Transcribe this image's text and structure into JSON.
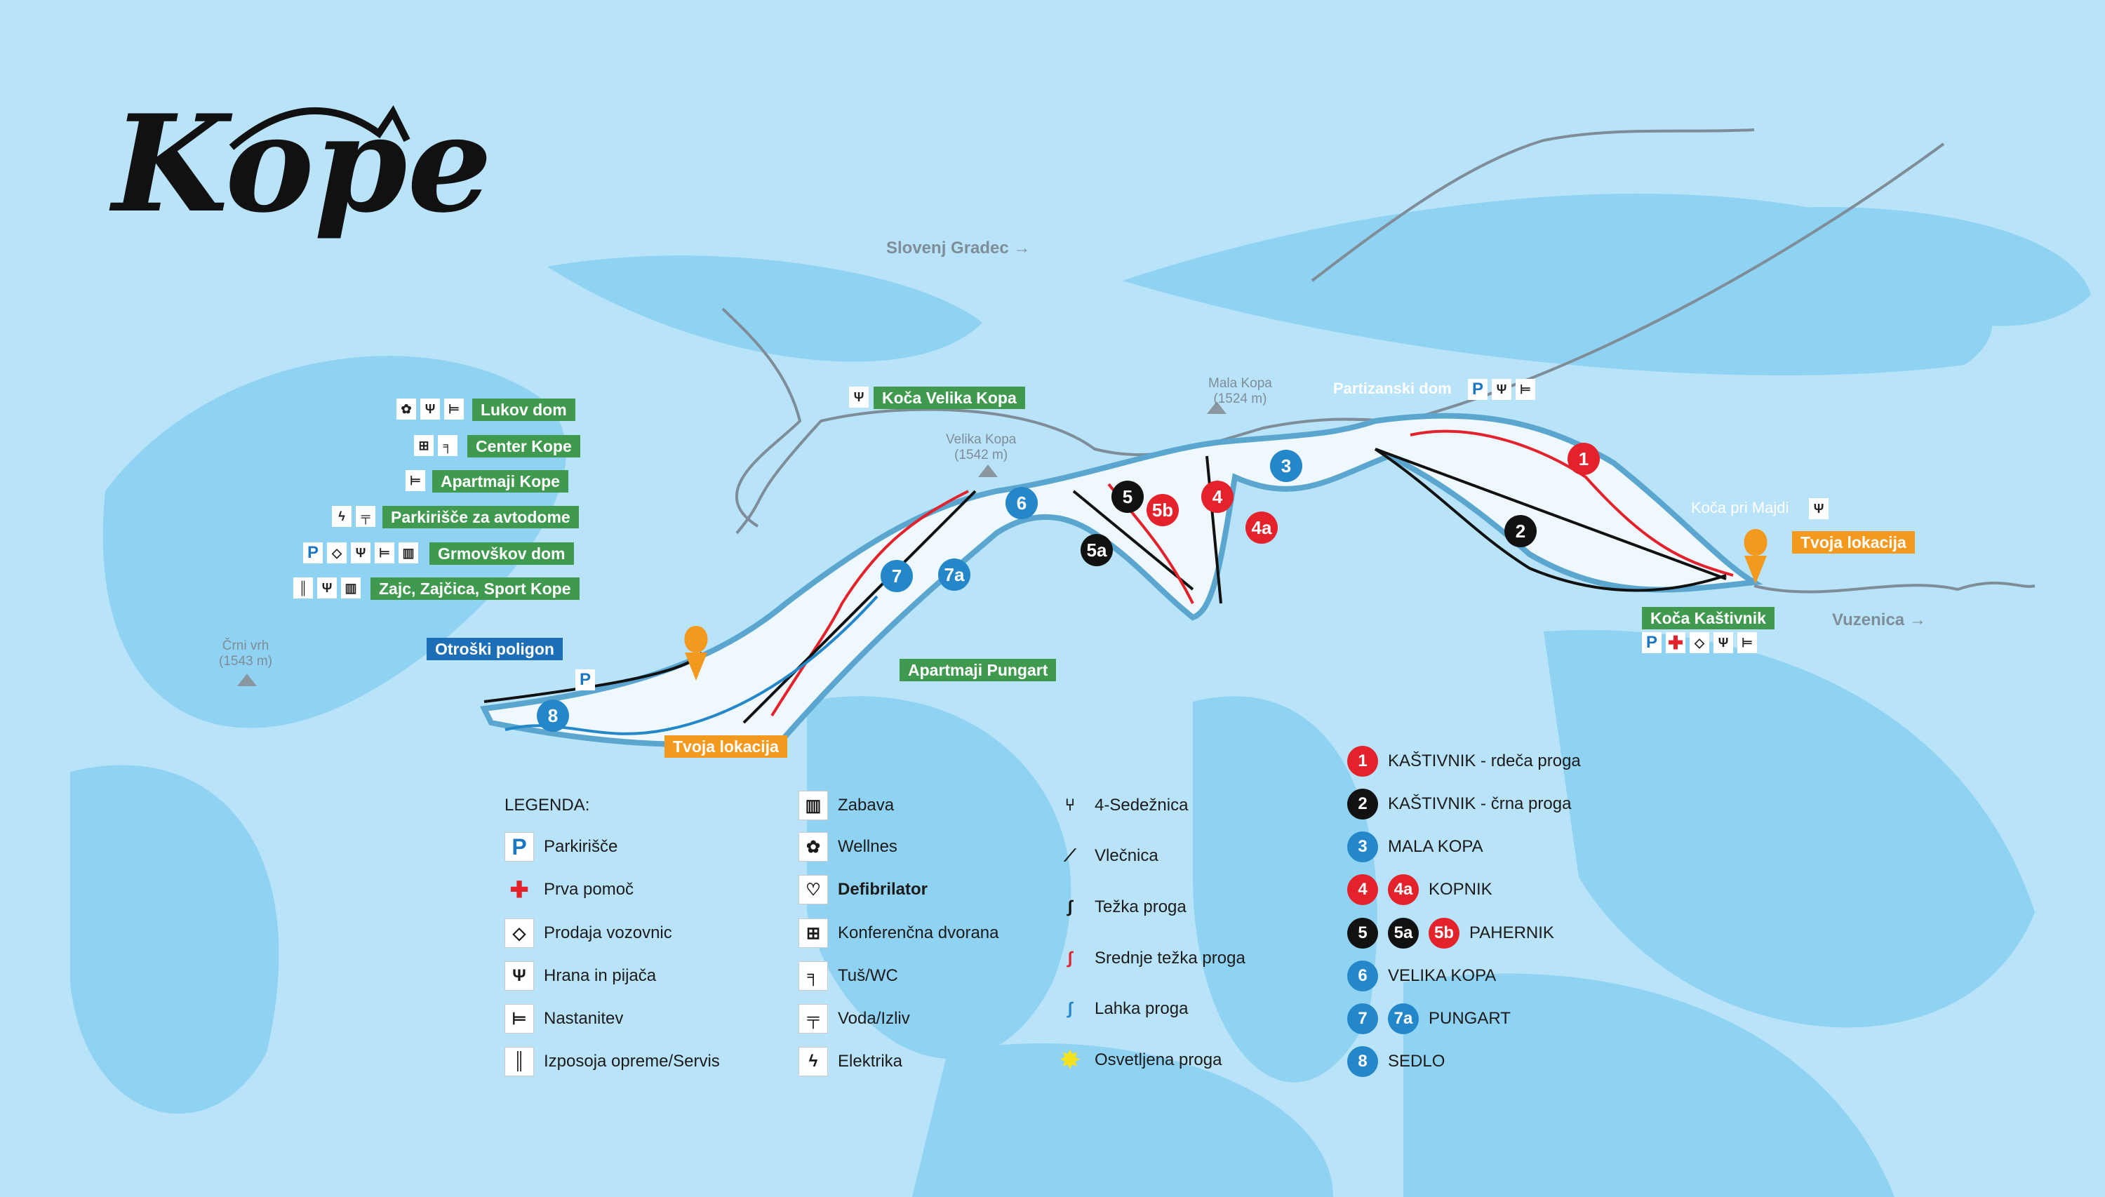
{
  "title": "Kope",
  "roads": {
    "slovenj_gradec": "Slovenj Gradec →",
    "vuzenica": "Vuzenica →"
  },
  "peaks": {
    "crni_vrh": "Črni vrh",
    "crni_vrh_alt": "(1543 m)",
    "velika_kopa": "Velika Kopa",
    "velika_kopa_alt": "(1542 m)",
    "mala_kopa": "Mala Kopa",
    "mala_kopa_alt": "(1524 m)"
  },
  "places": {
    "lukov_dom": "Lukov dom",
    "center_kope": "Center Kope",
    "apartmaji_kope": "Apartmaji Kope",
    "parkirisce_avtodome": "Parkirišče za avtodome",
    "grmovskov_dom": "Grmovškov dom",
    "zajc": "Zajc, Zajčica, Sport Kope",
    "otroski_poligon": "Otroški poligon",
    "tvoja_lokacija_1": "Tvoja lokacija",
    "tvoja_lokacija_2": "Tvoja lokacija",
    "koca_velika_kopa": "Koča Velika Kopa",
    "apartmaji_pungart": "Apartmaji Pungart",
    "partizanski_dom": "Partizanski  dom",
    "koca_pri_majdi": "Koča pri Majdi",
    "koca_kastivnik": "Koča Kaštivnik"
  },
  "pistes": [
    "1",
    "2",
    "3",
    "4",
    "4a",
    "5",
    "5a",
    "5b",
    "6",
    "7",
    "7a",
    "8"
  ],
  "map_symbols": {
    "parking": "P",
    "parking2": "P"
  },
  "legend": {
    "title": "LEGENDA:",
    "col1": [
      "Parkirišče",
      "Prva pomoč",
      "Prodaja vozovnic",
      "Hrana in pijača",
      "Nastanitev",
      "Izposoja opreme/Servis"
    ],
    "col2": [
      "Zabava",
      "Wellnes",
      "Defibrilator",
      "Konferenčna dvorana",
      "Tuš/WC",
      "Voda/Izliv",
      "Elektrika"
    ],
    "col3": [
      "4-Sedežnica",
      "Vlečnica",
      "Težka proga",
      "Srednje težka proga",
      "Lahka proga",
      "Osvetljena proga"
    ],
    "col4": [
      {
        "nums": [
          "1"
        ],
        "label": "KAŠTIVNIK - rdeča proga"
      },
      {
        "nums": [
          "2"
        ],
        "label": "KAŠTIVNIK - črna proga"
      },
      {
        "nums": [
          "3"
        ],
        "label": "MALA KOPA"
      },
      {
        "nums": [
          "4",
          "4a"
        ],
        "label": "KOPNIK"
      },
      {
        "nums": [
          "5",
          "5a",
          "5b"
        ],
        "label": "PAHERNIK"
      },
      {
        "nums": [
          "6"
        ],
        "label": "VELIKA KOPA"
      },
      {
        "nums": [
          "7",
          "7a"
        ],
        "label": "PUNGART"
      },
      {
        "nums": [
          "8"
        ],
        "label": "SEDLO"
      }
    ]
  },
  "colors": {
    "green": "#3f9a4f",
    "blue": "#1c6fb6",
    "orange": "#f39a1e",
    "red": "#e3222b",
    "piste_blue": "#2487c9"
  }
}
